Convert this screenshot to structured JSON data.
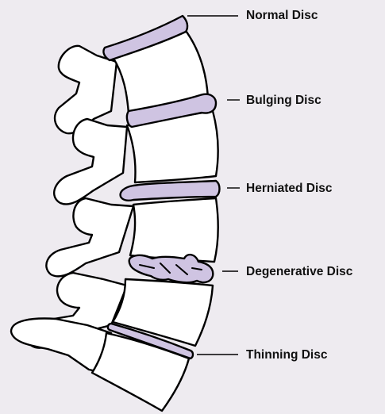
{
  "colors": {
    "background": "#eeebf0",
    "disc_fill": "#cfc4e2",
    "bone_fill": "#ffffff",
    "outline": "#000000"
  },
  "labels": [
    {
      "id": "normal",
      "text": "Normal Disc"
    },
    {
      "id": "bulging",
      "text": "Bulging Disc"
    },
    {
      "id": "herniated",
      "text": "Herniated Disc"
    },
    {
      "id": "degenerative",
      "text": "Degenerative Disc"
    },
    {
      "id": "thinning",
      "text": "Thinning Disc"
    }
  ]
}
